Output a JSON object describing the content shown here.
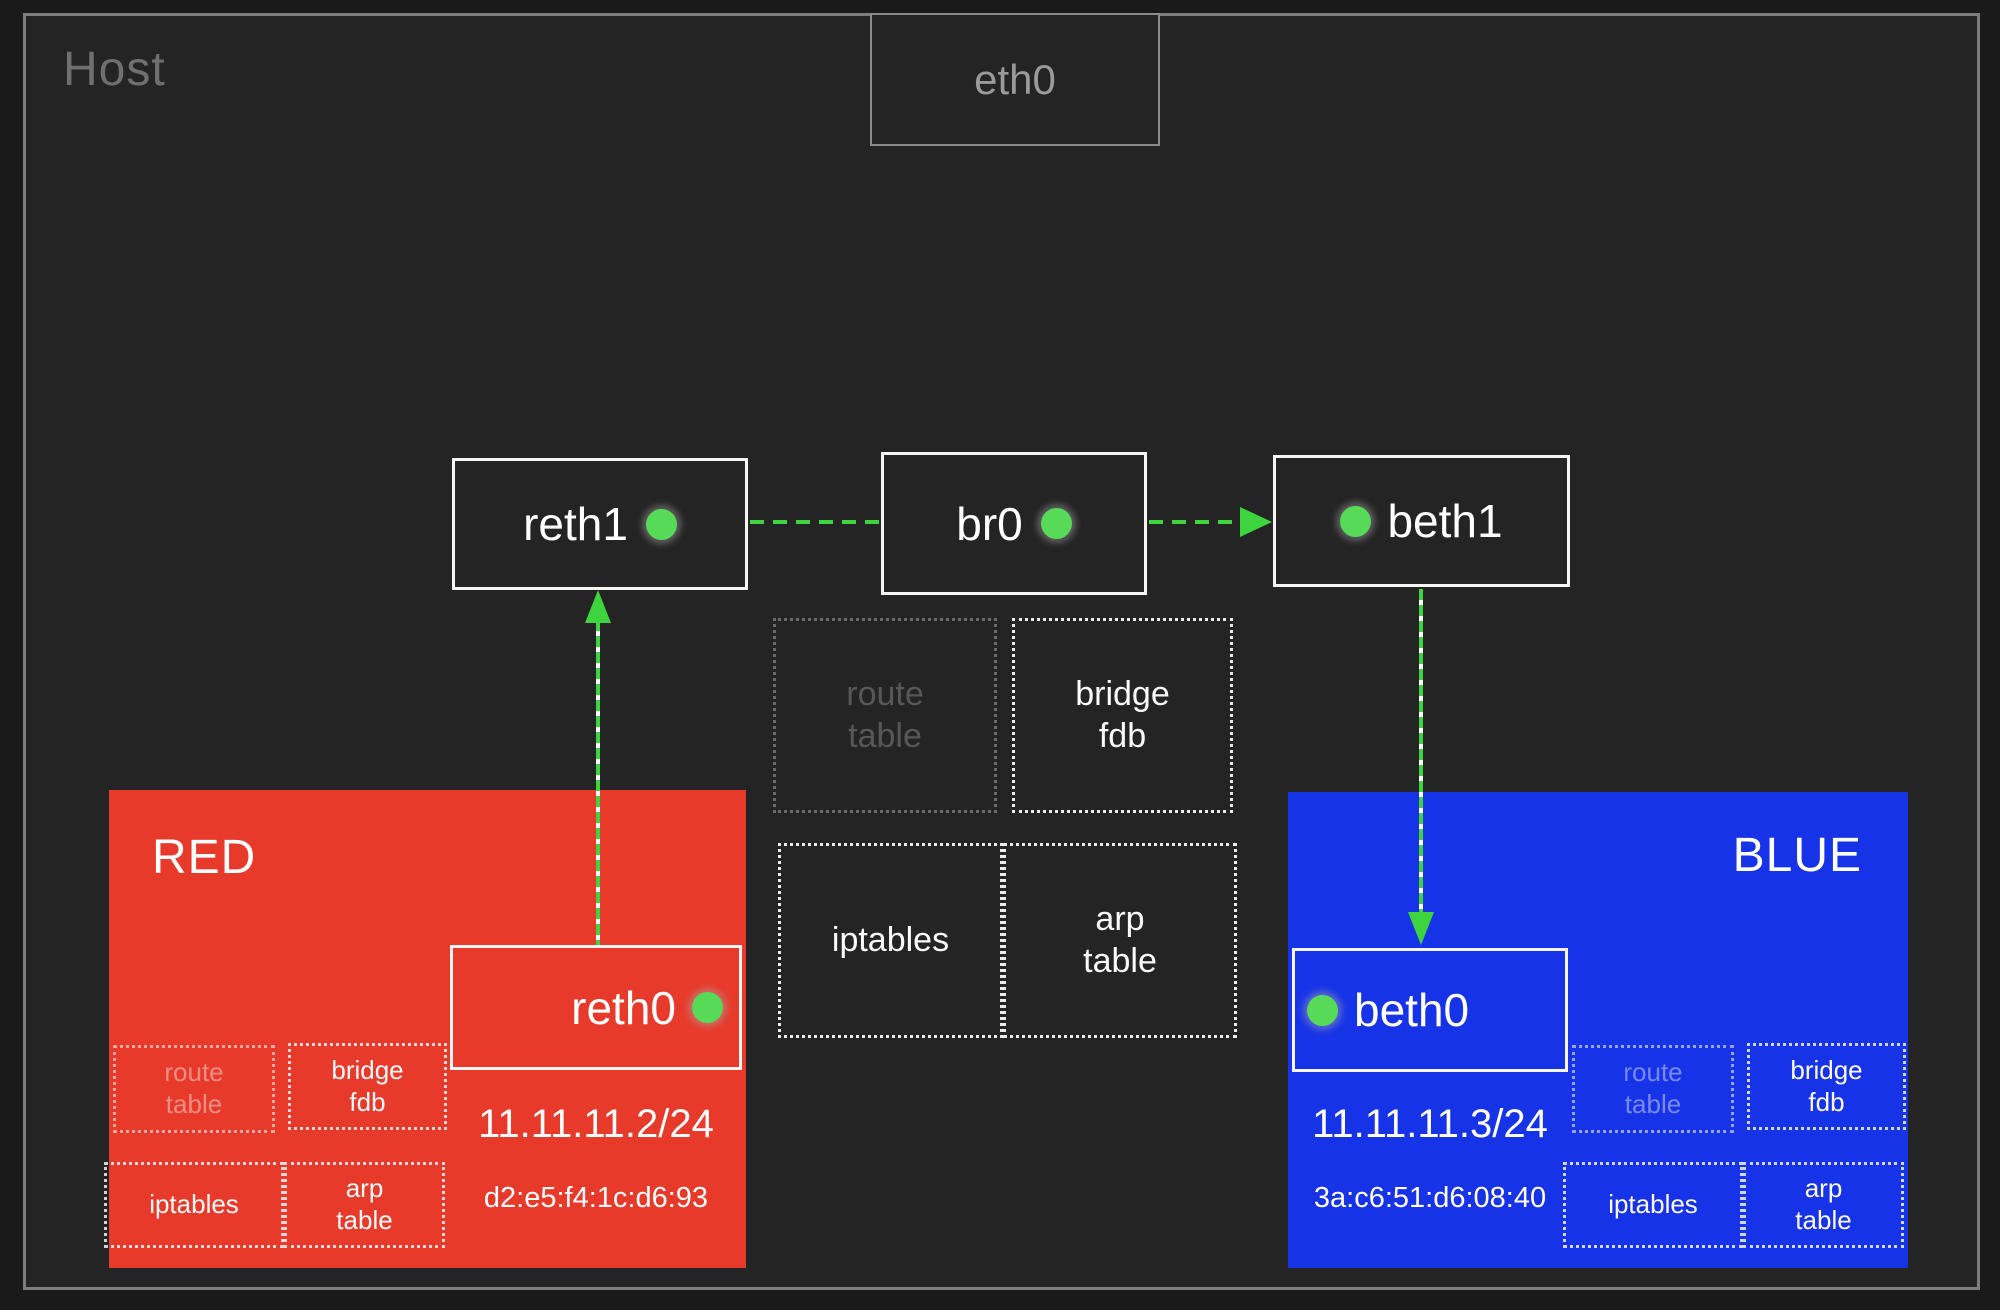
{
  "host": {
    "label": "Host",
    "tables": {
      "route": {
        "line1": "route",
        "line2": "table"
      },
      "bridge": {
        "line1": "bridge",
        "line2": "fdb"
      },
      "iptables": {
        "line1": "iptables"
      },
      "arp": {
        "line1": "arp",
        "line2": "table"
      }
    }
  },
  "nodes": {
    "eth0": {
      "label": "eth0"
    },
    "reth1": {
      "label": "reth1"
    },
    "br0": {
      "label": "br0"
    },
    "beth1": {
      "label": "beth1"
    },
    "reth0": {
      "label": "reth0"
    },
    "beth0": {
      "label": "beth0"
    }
  },
  "red": {
    "name": "RED",
    "ip": "11.11.11.2/24",
    "mac": "d2:e5:f4:1c:d6:93",
    "tables": {
      "route": {
        "line1": "route",
        "line2": "table"
      },
      "bridge": {
        "line1": "bridge",
        "line2": "fdb"
      },
      "iptables": {
        "line1": "iptables"
      },
      "arp": {
        "line1": "arp",
        "line2": "table"
      }
    }
  },
  "blue": {
    "name": "BLUE",
    "ip": "11.11.11.3/24",
    "mac": "3a:c6:51:d6:08:40",
    "tables": {
      "route": {
        "line1": "route",
        "line2": "table"
      },
      "bridge": {
        "line1": "bridge",
        "line2": "fdb"
      },
      "iptables": {
        "line1": "iptables"
      },
      "arp": {
        "line1": "arp",
        "line2": "table"
      }
    }
  },
  "colors": {
    "red_bg": "#e73a2a",
    "blue_bg": "#1733e8",
    "green": "#3dd43d",
    "dot_green": "#57da57"
  }
}
